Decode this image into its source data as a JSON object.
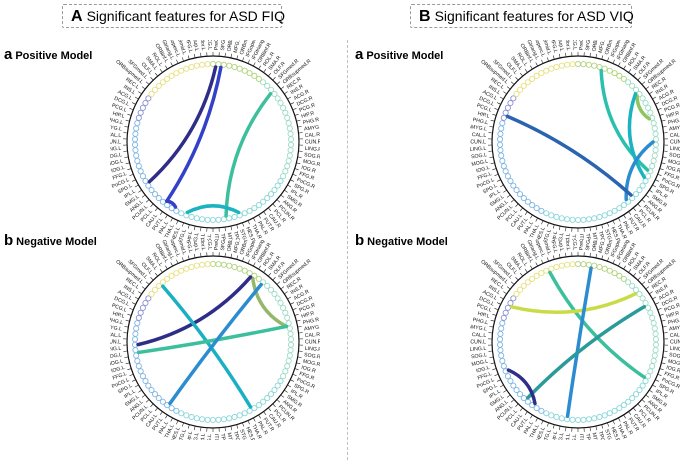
{
  "figure": {
    "panels": [
      {
        "letter": "A",
        "title": "Significant features for ASD FIQ",
        "models": [
          {
            "letter": "a",
            "label": "Positive Model",
            "connections": [
              {
                "from_deg": 50,
                "to_deg": 170,
                "color": "#3cbf9c"
              },
              {
                "from_deg": 160,
                "to_deg": 200,
                "color": "#1ab3bf"
              },
              {
                "from_deg": 2,
                "to_deg": 238,
                "color": "#2e2d88"
              },
              {
                "from_deg": 6,
                "to_deg": 218,
                "color": "#3341c8"
              },
              {
                "from_deg": 210,
                "to_deg": 218,
                "color": "#3341c8"
              }
            ]
          },
          {
            "letter": "b",
            "label": "Negative Model",
            "connections": [
              {
                "from_deg": 32,
                "to_deg": 78,
                "color": "#94b86a"
              },
              {
                "from_deg": 30,
                "to_deg": 268,
                "color": "#2e2d88"
              },
              {
                "from_deg": 318,
                "to_deg": 150,
                "color": "#19b0c4"
              },
              {
                "from_deg": 78,
                "to_deg": 262,
                "color": "#3cbf9c"
              },
              {
                "from_deg": 40,
                "to_deg": 215,
                "color": "#2c8cd0"
              }
            ]
          }
        ]
      },
      {
        "letter": "B",
        "title": "Significant features for ASD VIQ",
        "models": [
          {
            "letter": "a",
            "label": "Positive Model",
            "connections": [
              {
                "from_deg": 52,
                "to_deg": 72,
                "color": "#8fc45e"
              },
              {
                "from_deg": 18,
                "to_deg": 112,
                "color": "#2bbfae"
              },
              {
                "from_deg": 50,
                "to_deg": 118,
                "color": "#1ab3bf"
              },
              {
                "from_deg": 90,
                "to_deg": 140,
                "color": "#2c8cd0"
              },
              {
                "from_deg": 290,
                "to_deg": 135,
                "color": "#2a63b0"
              }
            ]
          },
          {
            "letter": "b",
            "label": "Negative Model",
            "connections": [
              {
                "from_deg": 338,
                "to_deg": 118,
                "color": "#3cbf9c"
              },
              {
                "from_deg": 50,
                "to_deg": 298,
                "color": "#c8dc48"
              },
              {
                "from_deg": 10,
                "to_deg": 188,
                "color": "#2c8cd0"
              },
              {
                "from_deg": 62,
                "to_deg": 222,
                "color": "#2a9a9a"
              },
              {
                "from_deg": 215,
                "to_deg": 248,
                "color": "#2e2d88"
              }
            ]
          }
        ]
      }
    ],
    "node_ring": {
      "node_count": 90,
      "color_groups": [
        {
          "from": 0,
          "to": 10,
          "color": "#b0d27a"
        },
        {
          "from": 10,
          "to": 30,
          "color": "#9edcc6"
        },
        {
          "from": 30,
          "to": 52,
          "color": "#8ad6d8"
        },
        {
          "from": 52,
          "to": 72,
          "color": "#7fb6e3"
        },
        {
          "from": 72,
          "to": 77,
          "color": "#8a90d8"
        },
        {
          "from": 77,
          "to": 90,
          "color": "#e8e080"
        }
      ]
    },
    "region_labels": {
      "left_side": [
        "PreCG.L",
        "SFGdor.L",
        "ORBsup.L",
        "MFG.L",
        "ORBmid.L",
        "IFGoperc.L",
        "IFGtriang.L",
        "ORBinf.L",
        "ROL.L",
        "SMA.L",
        "OLF.L",
        "SFGmed.L",
        "ORBsupmed.L",
        "REC.L",
        "INS.L",
        "ACG.L",
        "DCG.L",
        "PCG.L",
        "HIP.L",
        "PHG.L",
        "AMYG.L",
        "CAL.L",
        "CUN.L",
        "LING.L",
        "SOG.L",
        "MOG.L",
        "IOG.L",
        "FFG.L",
        "PoCG.L",
        "SPG.L",
        "IPL.L",
        "SMG.L",
        "ANG.L",
        "PCUN.L",
        "PCL.L",
        "CAU.L",
        "PUT.L",
        "PAL.L",
        "THA.L",
        "HES.L",
        "STG.L",
        "TPOsup.L",
        "MTG.L",
        "TPOmid.L",
        "ITG.L"
      ],
      "right_side": [
        "PreCG.R",
        "SFGdor.R",
        "ORBsup.R",
        "MFG.R",
        "ORBmid.R",
        "IFGoperc.R",
        "IFGtriang.R",
        "ORBinf.R",
        "ROL.R",
        "SMA.R",
        "OLF.R",
        "SFGmed.R",
        "ORBsupmed.R",
        "REC.R",
        "INS.R",
        "ACG.R",
        "DCG.R",
        "PCG.R",
        "HIP.R",
        "PHG.R",
        "AMYG.R",
        "CAL.R",
        "CUN.R",
        "LING.R",
        "SOG.R",
        "MOG.R",
        "IOG.R",
        "FFG.R",
        "PoCG.R",
        "SPG.R",
        "IPL.R",
        "SMG.R",
        "ANG.R",
        "PCUN.R",
        "PCL.R",
        "CAU.R",
        "PUT.R",
        "PAL.R",
        "THA.R",
        "HES.R",
        "STG.R",
        "TPOsup.R",
        "MTG.R",
        "TPOmid.R",
        "ITG.R"
      ]
    }
  }
}
